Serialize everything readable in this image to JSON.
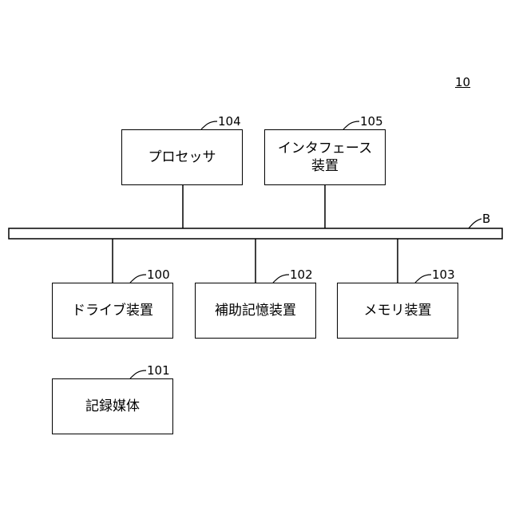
{
  "figure": {
    "system_ref": "10",
    "bus_ref": "B"
  },
  "blocks": {
    "processor": {
      "label": "プロセッサ",
      "ref": "104"
    },
    "interface": {
      "label": "インタフェース\n装置",
      "ref": "105"
    },
    "drive": {
      "label": "ドライブ装置",
      "ref": "100"
    },
    "aux_storage": {
      "label": "補助記憶装置",
      "ref": "102"
    },
    "memory": {
      "label": "メモリ装置",
      "ref": "103"
    },
    "medium": {
      "label": "記録媒体",
      "ref": "101"
    }
  }
}
